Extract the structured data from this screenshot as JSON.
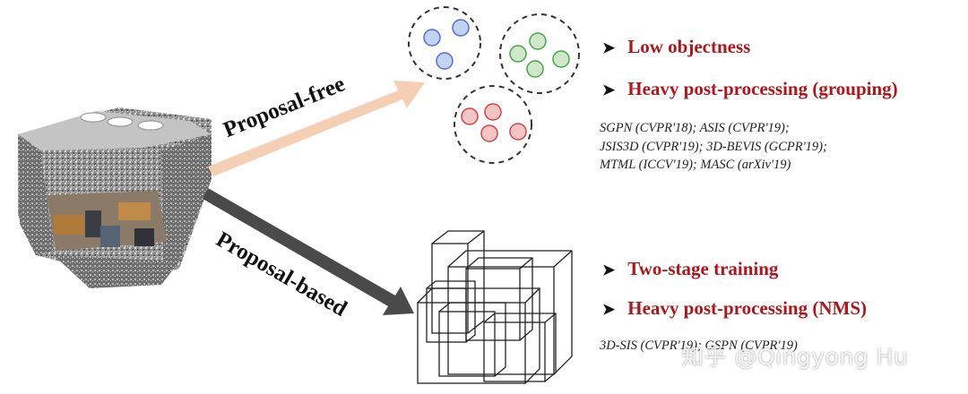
{
  "arrows": {
    "free_label": "Proposal-free",
    "based_label": "Proposal-based"
  },
  "colors": {
    "free_arrow": "#f5cfb4",
    "based_arrow": "#4a4a4a",
    "highlight_text": "#b0151a",
    "cluster_blue": "#4f6fd6",
    "cluster_green": "#4aa34a",
    "cluster_red": "#d24545"
  },
  "free": {
    "bullets": [
      "Low objectness",
      "Heavy post-processing (grouping)"
    ],
    "refs": [
      "SGPN (CVPR'18);  ASIS (CVPR'19);",
      "JSIS3D (CVPR'19); 3D-BEVIS (GCPR'19);",
      "MTML (ICCV'19); MASC (arXiv'19)"
    ]
  },
  "based": {
    "bullets": [
      "Two-stage training",
      "Heavy post-processing (NMS)"
    ],
    "refs": [
      "3D-SIS (CVPR'19);  GSPN (CVPR'19)"
    ]
  },
  "watermark": "知乎 @Qingyong Hu"
}
